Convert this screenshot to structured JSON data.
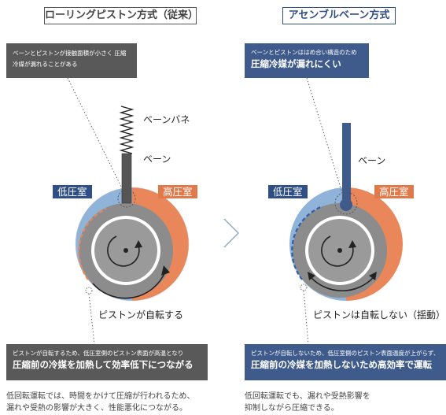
{
  "left": {
    "title": "ローリングピストン方式（従来）",
    "top_callout": "ベーンとピストンが接触面積が小さく 圧縮冷媒が漏れることがある",
    "spring_label": "ベーンバネ",
    "vane_label": "ベーン",
    "low_chamber": "低圧室",
    "high_chamber": "高圧室",
    "piston_label": "ピストンが自転する",
    "bottom_callout_small": "ピストンが自転するため、低圧室側のピストン表面が高温となり",
    "bottom_callout_large": "圧縮前の冷媒を加熱して効率低下につながる",
    "note_line1": "低回転運転では、時間をかけて圧縮が行われるため、",
    "note_line2": "漏れや受熱の影響が大きく、性能悪化につながる。"
  },
  "right": {
    "title": "アセンブルベーン方式",
    "top_callout_small": "ベーンとピストンははめ合い構造のため",
    "top_callout_large": "圧縮冷媒が漏れにくい",
    "vane_label": "ベーン",
    "low_chamber": "低圧室",
    "high_chamber": "高圧室",
    "piston_label": "ピストンは自転しない（揺動）",
    "bottom_callout_small": "ピストンが自転しないため、低圧室側のピストン表面温度が上がらず、",
    "bottom_callout_large": "圧縮前の冷媒を加熱しないため高効率で運転",
    "note_line1": "低回転運転でも、漏れや受熱影響を",
    "note_line2": "抑制しながら圧縮できる。"
  },
  "colors": {
    "low_pressure": "#8fb3d9",
    "high_pressure": "#e9875a",
    "piston": "#8c8c8c",
    "dark": "#595959",
    "accent_blue": "#3f5b8c"
  }
}
